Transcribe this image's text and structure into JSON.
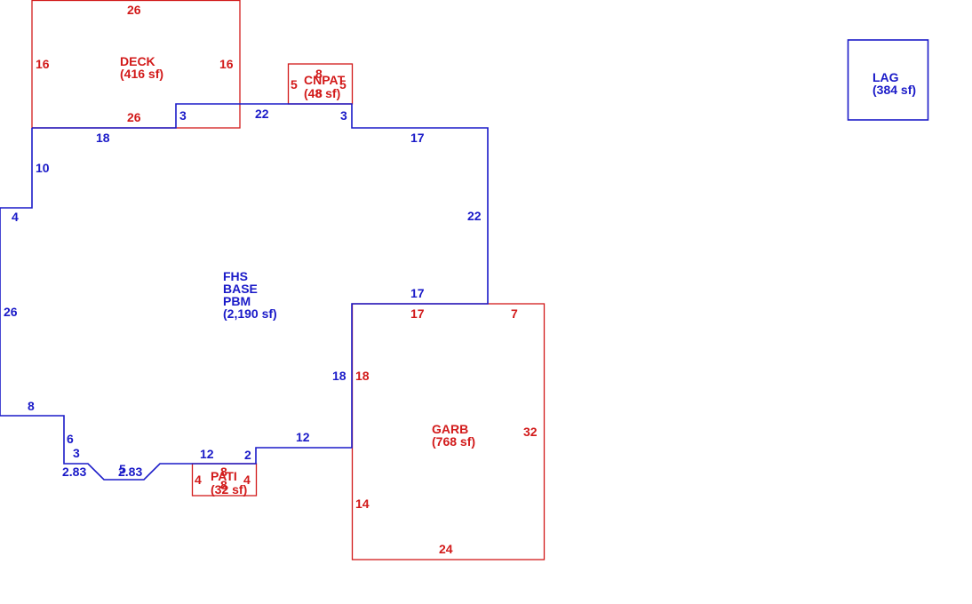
{
  "colors": {
    "blue": "#1a1ac8",
    "red": "#d21a1a",
    "background": "#ffffff"
  },
  "areas": {
    "deck": {
      "code": "DECK",
      "area": "(416 sf)"
    },
    "cnpat": {
      "code": "CNPAT",
      "area": "(48 sf)"
    },
    "lag": {
      "code": "LAG",
      "area": "(384 sf)"
    },
    "main": {
      "line1": "FHS",
      "line2": "BASE",
      "line3": "PBM",
      "area": "(2,190 sf)"
    },
    "garb": {
      "code": "GARB",
      "area": "(768 sf)"
    },
    "pati": {
      "code": "PATI",
      "area": "(32 sf)"
    }
  },
  "dims": {
    "deck_top": "26",
    "deck_left": "16",
    "deck_right": "16",
    "deck_bottom": "26",
    "cnpat_top": "8",
    "cnpat_left": "5",
    "cnpat_right": "5",
    "cnpat_bottom": "8",
    "base_top_left": "18",
    "base_step_a": "3",
    "base_top_mid": "22",
    "base_step_b": "3",
    "base_top_right": "17",
    "base_right": "22",
    "base_left_upper": "10",
    "base_left_notch": "4",
    "base_left": "26",
    "base_bottom_left": "8",
    "base_left_lower": "6",
    "base_small_3": "3",
    "base_diag_left": "2.83",
    "base_bottom_5": "5",
    "base_diag_right": "2.83",
    "base_bottom_12": "12",
    "base_step_2": "2",
    "base_mid_12": "12",
    "base_right_lower": "18",
    "base_shared_17": "17",
    "garb_top_17": "17",
    "garb_top_7": "7",
    "garb_left_18": "18",
    "garb_right": "32",
    "garb_left_14": "14",
    "garb_bottom": "24",
    "pati_top": "8",
    "pati_left": "4",
    "pati_right": "4",
    "pati_bottom": "8"
  }
}
